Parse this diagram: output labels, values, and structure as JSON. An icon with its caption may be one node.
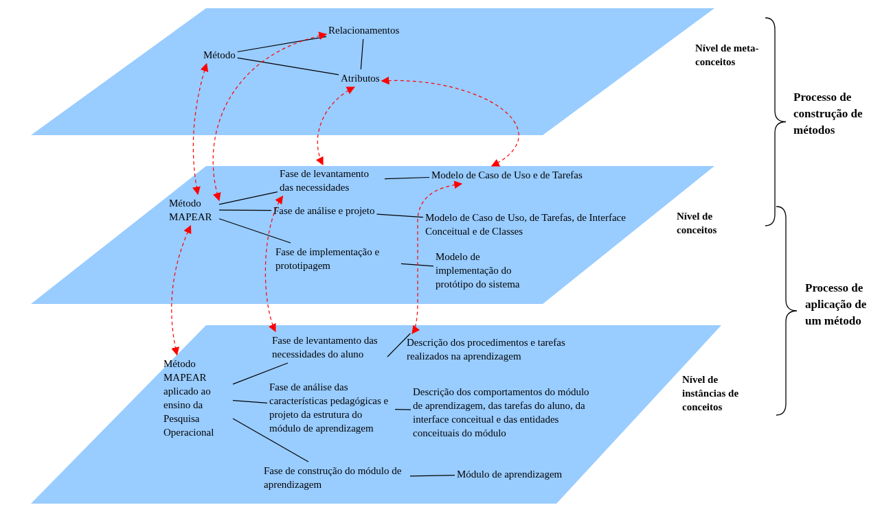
{
  "diagram": {
    "nodes": [
      {
        "text": [
          "Nível de meta-conceitos"
        ]
      },
      {
        "text": [
          "Método"
        ],
        "in": 0
      },
      {
        "text": [
          "Relacionamentos"
        ],
        "in": 0
      },
      {
        "text": [
          "Atributos"
        ],
        "in": 0
      },
      {
        "text": [
          "Nível de conceitos"
        ]
      },
      {
        "text": [
          "Método MAPEAR"
        ],
        "in": 4
      },
      {
        "text": [
          "Fase de levantamento das necessidades"
        ],
        "in": 4
      },
      {
        "text": [
          "Fase de análise e projeto"
        ],
        "in": 4
      },
      {
        "text": [
          "Fase de implementação e prototipagem"
        ],
        "in": 4
      },
      {
        "text": [
          "Modelo de Caso de Uso e de Tarefas"
        ],
        "in": 4
      },
      {
        "text": [
          "Modelo de Caso de Uso, de Tarefas, de Interface Conceitual e de Classes"
        ],
        "in": 4
      },
      {
        "text": [
          "Modelo de implementação do protótipo do sistema"
        ],
        "in": 4
      },
      {
        "text": [
          "Nível de instâncias de conceitos"
        ]
      },
      {
        "text": [
          "Método MAPEAR aplicado ao ensino da Pesquisa Operacional"
        ],
        "in": 12
      },
      {
        "text": [
          "Fase de levantamento das necessidades do aluno"
        ],
        "in": 12
      },
      {
        "text": [
          "Fase de análise das características pedagógicas e projeto da estrutura do módulo de aprendizagem"
        ],
        "in": 12
      },
      {
        "text": [
          "Fase de construção do módulo de aprendizagem"
        ],
        "in": 12
      },
      {
        "text": [
          "Descrição dos procedimentos e tarefas realizados na aprendizagem"
        ],
        "in": 12
      },
      {
        "text": [
          "Descrição dos comportamentos do módulo de aprendizagem, das tarefas do aluno, da interface conceitual e das entidades conceituais do módulo"
        ],
        "in": 12
      },
      {
        "text": [
          "Módulo de aprendizagem"
        ],
        "in": 12
      }
    ],
    "edges": [
      {
        "from": 1,
        "to": 2,
        "arrow": "none"
      },
      {
        "from": 1,
        "to": 3,
        "arrow": "none"
      },
      {
        "from": 2,
        "to": 3,
        "arrow": "none"
      },
      {
        "from": 5,
        "to": 6,
        "arrow": "none"
      },
      {
        "from": 5,
        "to": 7,
        "arrow": "none"
      },
      {
        "from": 5,
        "to": 8,
        "arrow": "none"
      },
      {
        "from": 6,
        "to": 9,
        "arrow": "none"
      },
      {
        "from": 7,
        "to": 10,
        "arrow": "none"
      },
      {
        "from": 8,
        "to": 11,
        "arrow": "none"
      },
      {
        "from": 13,
        "to": 14,
        "arrow": "none"
      },
      {
        "from": 13,
        "to": 15,
        "arrow": "none"
      },
      {
        "from": 13,
        "to": 16,
        "arrow": "none"
      },
      {
        "from": 14,
        "to": 17,
        "arrow": "none"
      },
      {
        "from": 15,
        "to": 18,
        "arrow": "none"
      },
      {
        "from": 16,
        "to": 19,
        "arrow": "none"
      },
      {
        "from": 1,
        "to": 5,
        "arrow": "both",
        "style": "dashed",
        "color": "#ff0000"
      },
      {
        "from": 2,
        "to": 5,
        "arrow": "both",
        "style": "dashed",
        "color": "#ff0000"
      },
      {
        "from": 3,
        "to": 6,
        "arrow": "both",
        "style": "dashed",
        "color": "#ff0000"
      },
      {
        "from": 3,
        "to": 9,
        "arrow": "both",
        "style": "dashed",
        "color": "#ff0000"
      },
      {
        "from": 6,
        "to": 14,
        "arrow": "both",
        "style": "dashed",
        "color": "#ff0000"
      },
      {
        "from": 9,
        "to": 17,
        "arrow": "both",
        "style": "dashed",
        "color": "#ff0000"
      },
      {
        "from": 5,
        "to": 13,
        "arrow": "both",
        "style": "dashed",
        "color": "#ff0000"
      }
    ],
    "labels": [
      "Processo de construção de métodos",
      "Processo de aplicação de um método"
    ]
  }
}
